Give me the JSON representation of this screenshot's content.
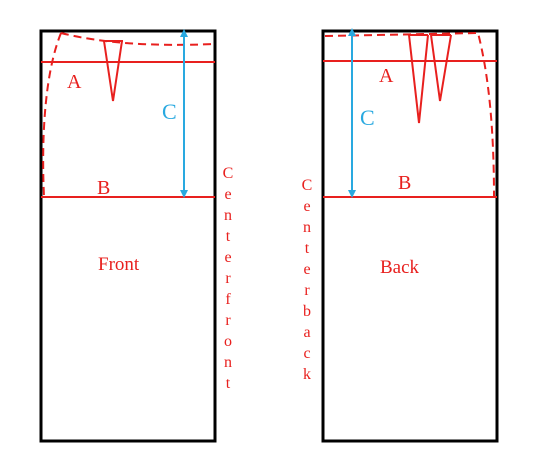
{
  "colors": {
    "outline": "#000000",
    "pattern_line": "#e8201e",
    "measure": "#29a9e0",
    "background": "#ffffff"
  },
  "front": {
    "label_a": "A",
    "label_b": "B",
    "label_c": "C",
    "title": "Front",
    "side_text": "Centerfront"
  },
  "back": {
    "label_a": "A",
    "label_b": "B",
    "label_c": "C",
    "title": "Back",
    "side_text": "Centerback"
  }
}
